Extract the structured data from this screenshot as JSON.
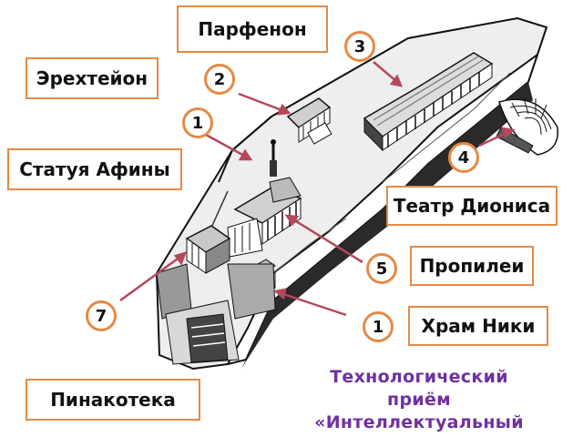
{
  "labels": {
    "parthenon": "Парфенон",
    "erechtheion": "Эрехтейон",
    "athena_statue": "Статуя Афины",
    "dionysus_theatre": "Театр Диониса",
    "propylaea": "Пропилеи",
    "nike_temple": "Храм Ники",
    "pinakotheke": "Пинакотека"
  },
  "badges": {
    "b3": "3",
    "b2": "2",
    "b1a": "1",
    "b4": "4",
    "b5": "5",
    "b7": "7",
    "b1b": "1"
  },
  "footer": {
    "line1": "Технологический",
    "line2": "приём",
    "line3": "«Интеллектуальный"
  },
  "colors": {
    "label_border": "#e58a45",
    "arrow": "#b5485a",
    "footer_text": "#7030a0"
  }
}
